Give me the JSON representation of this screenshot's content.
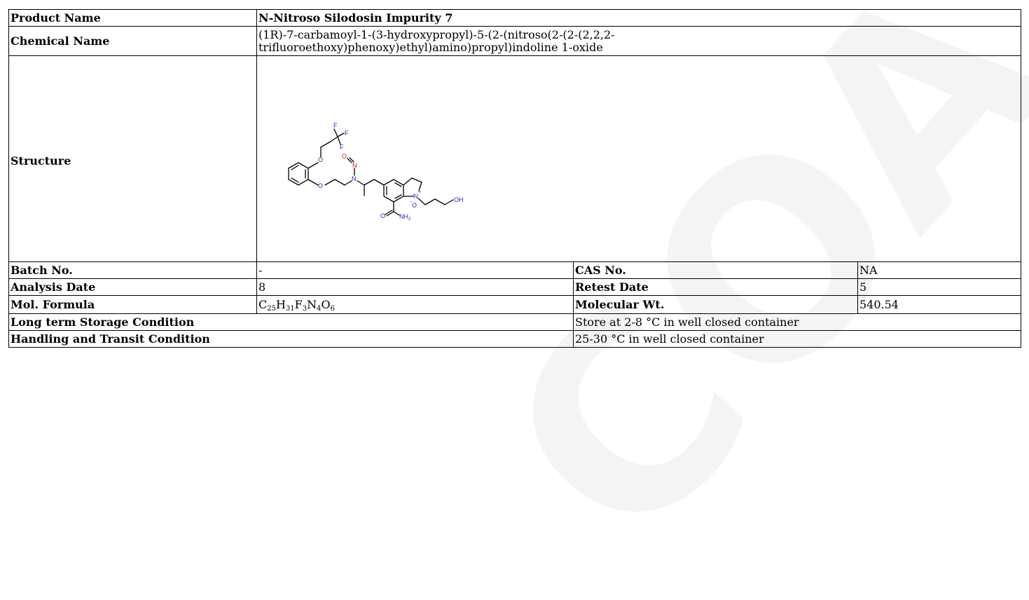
{
  "rows": {
    "product_name": {
      "label": "Product Name",
      "value": "N-Nitroso Silodosin Impurity 7"
    },
    "chemical_name": {
      "label": "Chemical Name",
      "value_line1": "(1R)-7-carbamoyl-1-(3-hydroxypropyl)-5-(2-(nitroso(2-(2-(2,2,2-",
      "value_line2": "trifluoroethoxy)phenoxy)ethyl)amino)propyl)indoline 1-oxide"
    },
    "structure": {
      "label": "Structure"
    },
    "batch_no": {
      "label": "Batch No.",
      "value": "-"
    },
    "cas_no": {
      "label": "CAS No.",
      "value": "NA"
    },
    "analysis_date": {
      "label": "Analysis Date",
      "value": "8"
    },
    "retest_date": {
      "label": "Retest Date",
      "value": "5"
    },
    "mol_formula": {
      "label": "Mol. Formula",
      "parts": [
        {
          "el": "C",
          "n": "25"
        },
        {
          "el": "H",
          "n": "31"
        },
        {
          "el": "F",
          "n": "3"
        },
        {
          "el": "N",
          "n": "4"
        },
        {
          "el": "O",
          "n": "6"
        }
      ]
    },
    "molecular_wt": {
      "label": "Molecular Wt.",
      "value": "540.54"
    },
    "storage": {
      "label": "Long term Storage Condition",
      "value": "Store at 2-8 °C in well closed container"
    },
    "handling": {
      "label": "Handling and Transit Condition",
      "value": "25-30 °C in well closed container"
    }
  },
  "structure_atoms": {
    "f1": "F",
    "f2": "F",
    "f3": "F",
    "o_ether1": "O",
    "o_ether2": "O",
    "o_nitroso": "O",
    "n_nitroso": "N",
    "n_amine": "N",
    "n_indoline": "N",
    "charge_plus": "+",
    "o_oxide": "O",
    "charge_minus": "-",
    "oh": "OH",
    "o_amide": "O",
    "nh2": "NH",
    "nh2_sub": "2"
  },
  "watermark": "COA",
  "colors": {
    "heteroatom_blue": "#1f1fd0",
    "oxygen_red": "#e01010",
    "border": "#000000"
  }
}
